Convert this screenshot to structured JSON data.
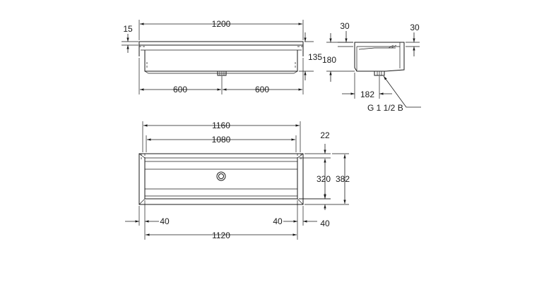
{
  "front_view": {
    "overall_width": "1200",
    "rim_height": "15",
    "depth": "135",
    "left_half": "600",
    "right_half": "600"
  },
  "side_view": {
    "rim_top": "30",
    "rim_right": "30",
    "height": "180",
    "outlet_offset": "182",
    "thread_label": "G 1 1/2 B"
  },
  "top_view": {
    "outer_width": "1160",
    "inner_width": "1080",
    "rim_depth": "22",
    "inner_depth": "320",
    "overall_depth": "382",
    "left_margin": "40",
    "right_margin": "40",
    "right_side_margin": "40",
    "bottom_width": "1120"
  }
}
